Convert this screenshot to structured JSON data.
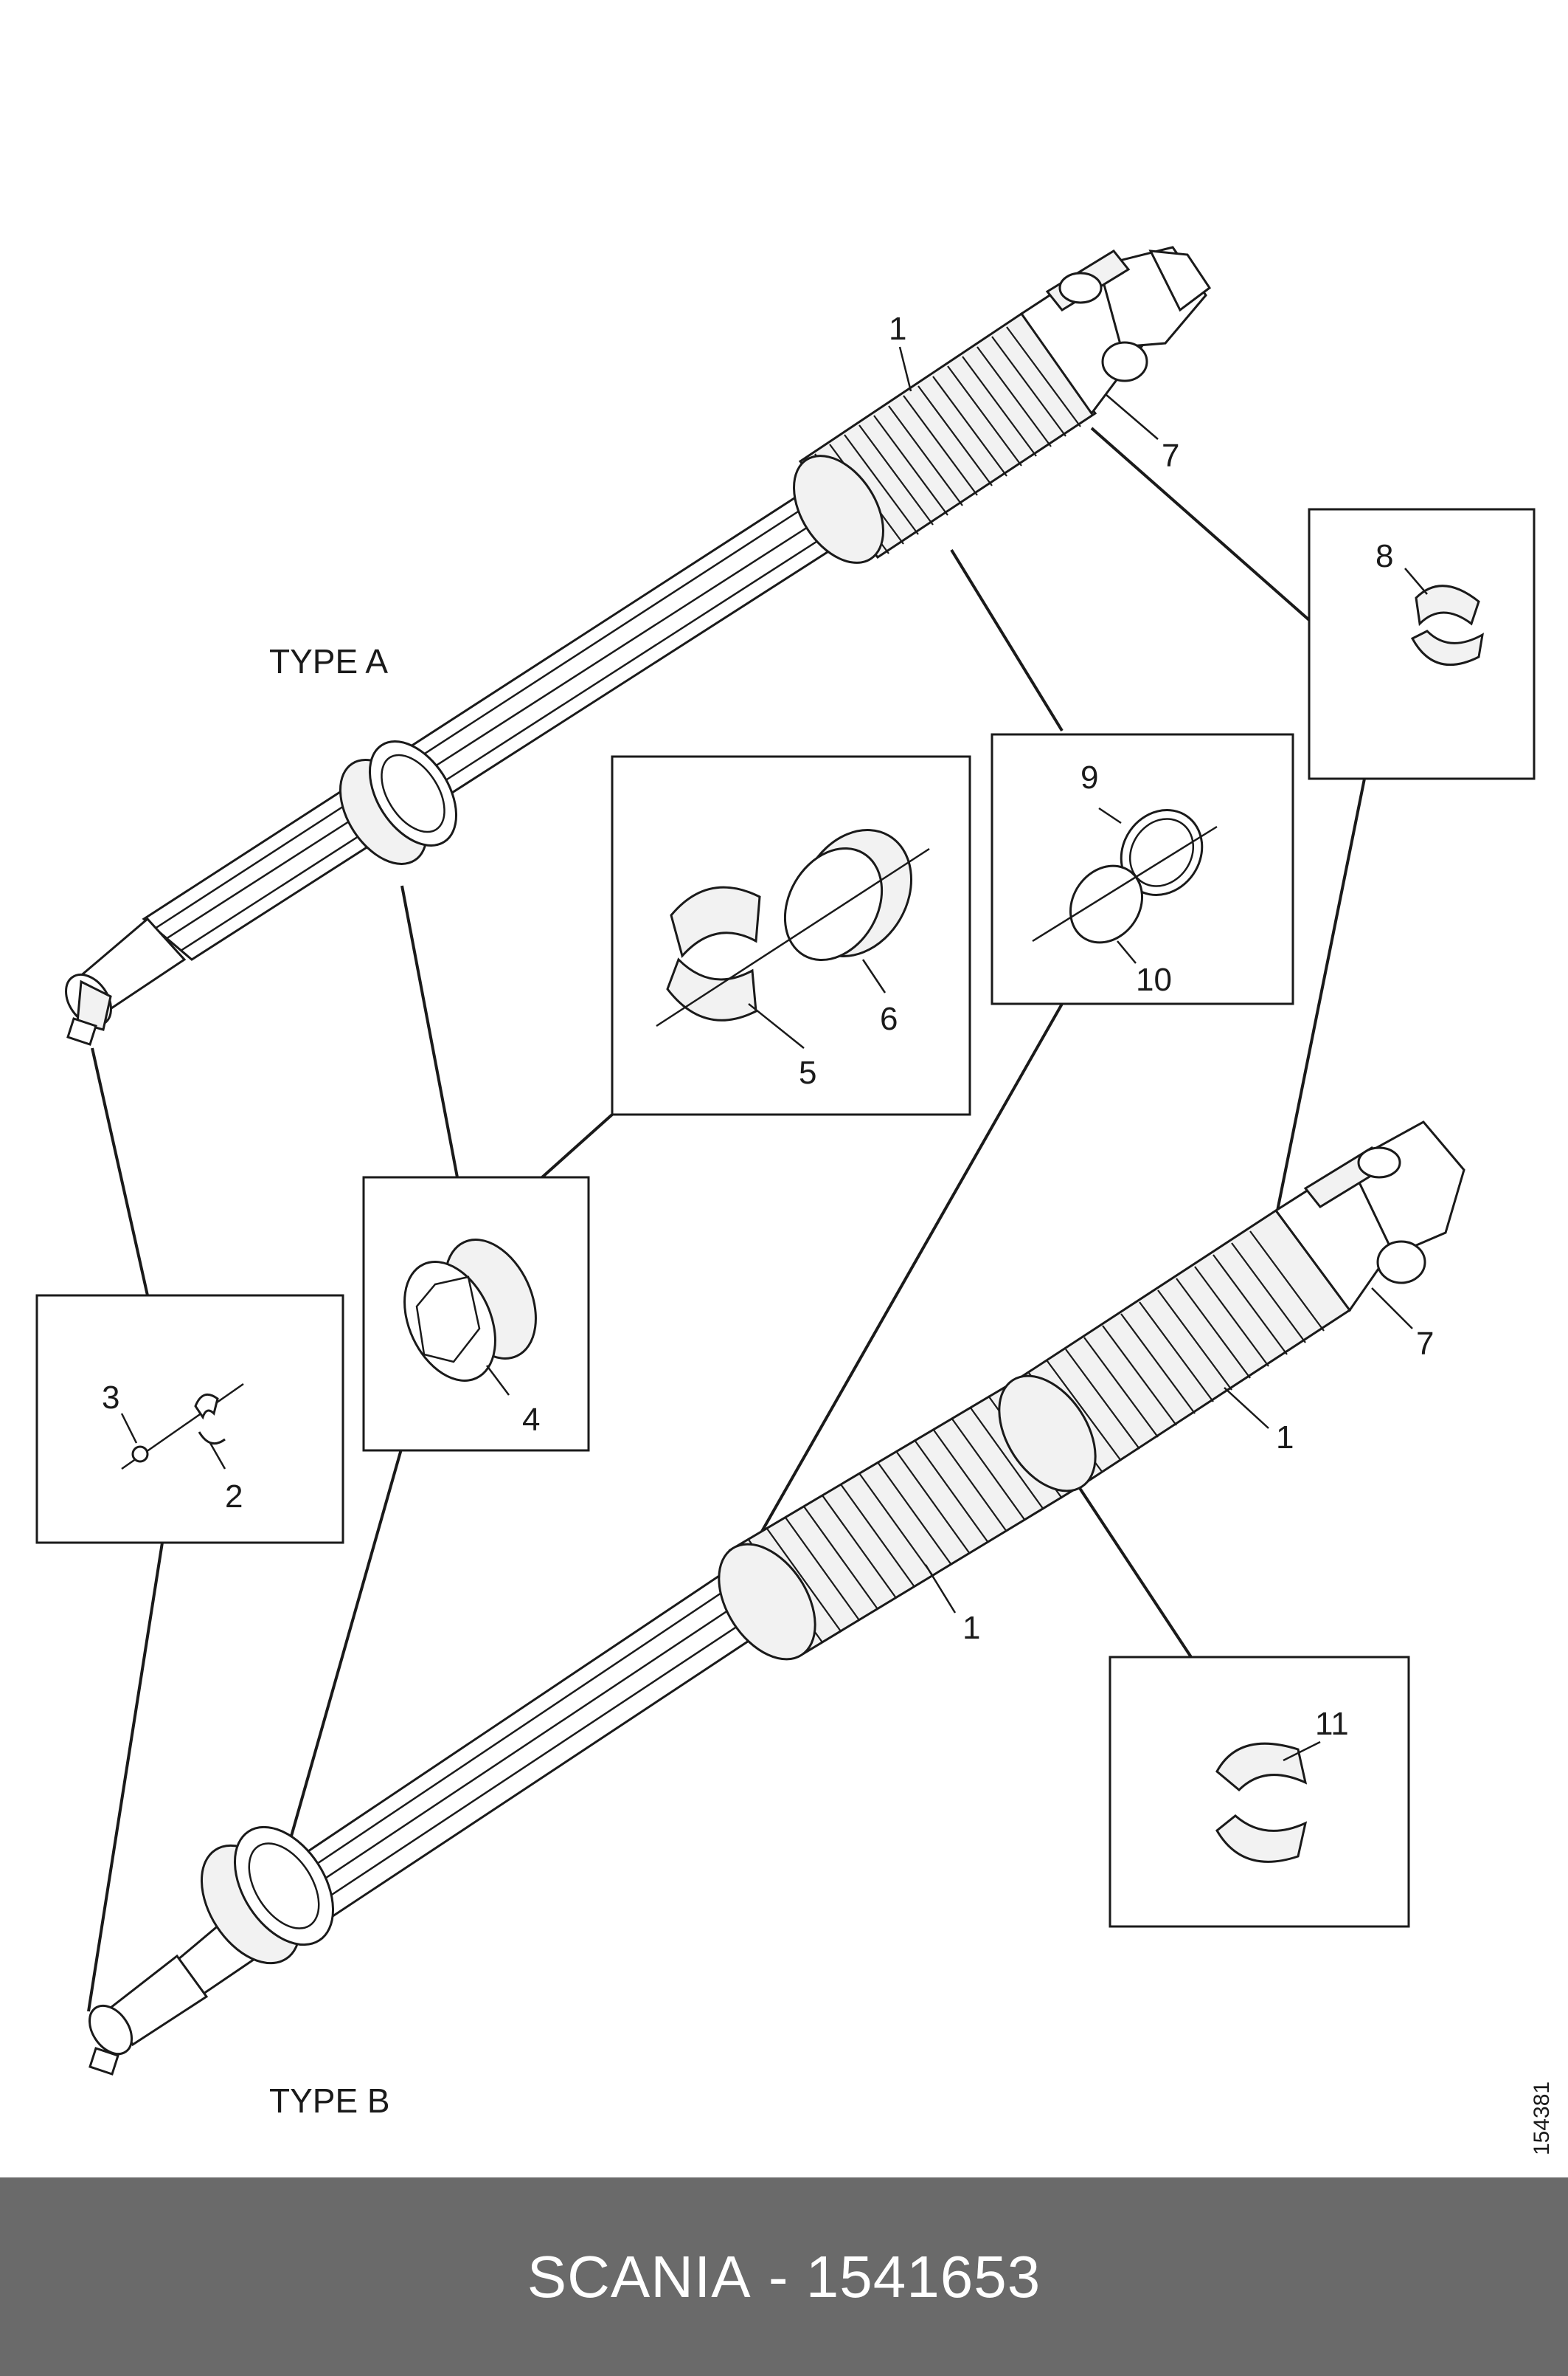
{
  "diagram": {
    "type_a_label": "TYPE A",
    "type_b_label": "TYPE B",
    "document_number": "154381",
    "callouts": {
      "c1_top": "1",
      "c7_top": "7",
      "c8": "8",
      "c9": "9",
      "c10": "10",
      "c6": "6",
      "c5": "5",
      "c4": "4",
      "c3": "3",
      "c2": "2",
      "c7_bottom": "7",
      "c1_mid": "1",
      "c1_low": "1",
      "c11": "11"
    }
  },
  "footer": {
    "brand": "SCANIA",
    "separator": " - ",
    "part_number": "1541653"
  },
  "colors": {
    "footer_background": "#6a6a6a",
    "footer_text": "#ffffff",
    "line": "#1a1a1a"
  }
}
